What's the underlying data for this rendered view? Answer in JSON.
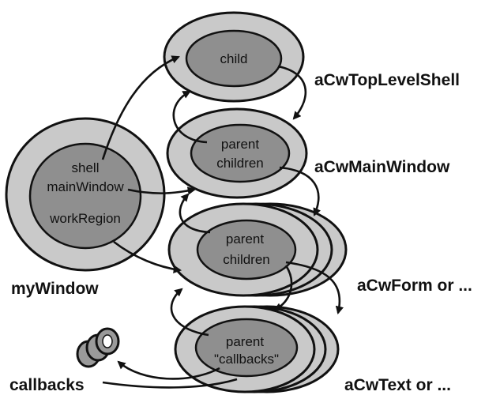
{
  "objects": {
    "top_level_shell": {
      "slots": [
        "child"
      ],
      "label": "aCwTopLevelShell"
    },
    "main_window": {
      "slots": [
        "parent",
        "children"
      ],
      "label": "aCwMainWindow"
    },
    "form": {
      "slots": [
        "parent",
        "children"
      ],
      "label": "aCwForm or ..."
    },
    "text": {
      "slots": [
        "parent",
        "\"callbacks\""
      ],
      "label": "aCwText or ..."
    },
    "my_window": {
      "slots": [
        "shell",
        "mainWindow",
        "workRegion"
      ],
      "label": "myWindow"
    },
    "callbacks": {
      "label": "callbacks"
    }
  }
}
